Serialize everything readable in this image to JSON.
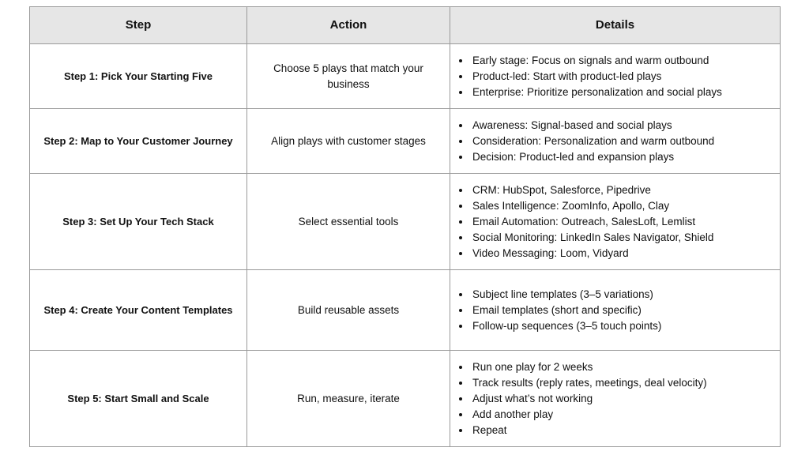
{
  "headers": [
    "Step",
    "Action",
    "Details"
  ],
  "rows": [
    {
      "step": "Step 1: Pick Your Starting Five",
      "action": "Choose 5 plays that match your business",
      "details": [
        "Early stage: Focus on signals and warm outbound",
        "Product-led: Start with product-led plays",
        "Enterprise: Prioritize personalization and social plays"
      ]
    },
    {
      "step": "Step 2: Map to Your Customer Journey",
      "action": "Align plays with customer stages",
      "details": [
        "Awareness: Signal-based and social plays",
        "Consideration: Personalization and warm outbound",
        "Decision: Product-led and expansion plays"
      ]
    },
    {
      "step": "Step 3: Set Up Your Tech Stack",
      "action": "Select essential tools",
      "details": [
        "CRM: HubSpot, Salesforce, Pipedrive",
        "Sales Intelligence: ZoomInfo, Apollo, Clay",
        "Email Automation: Outreach, SalesLoft, Lemlist",
        "Social Monitoring: LinkedIn Sales Navigator, Shield",
        "Video Messaging: Loom, Vidyard"
      ]
    },
    {
      "step": "Step 4: Create Your Content Templates",
      "action": "Build reusable assets",
      "details": [
        "Subject line templates (3–5 variations)",
        "Email templates (short and specific)",
        "Follow-up sequences (3–5 touch points)"
      ]
    },
    {
      "step": "Step 5: Start Small and Scale",
      "action": "Run, measure, iterate",
      "details": [
        "Run one play for 2 weeks",
        "Track results (reply rates, meetings, deal velocity)",
        "Adjust what’s not working",
        "Add another play",
        "Repeat"
      ]
    }
  ]
}
